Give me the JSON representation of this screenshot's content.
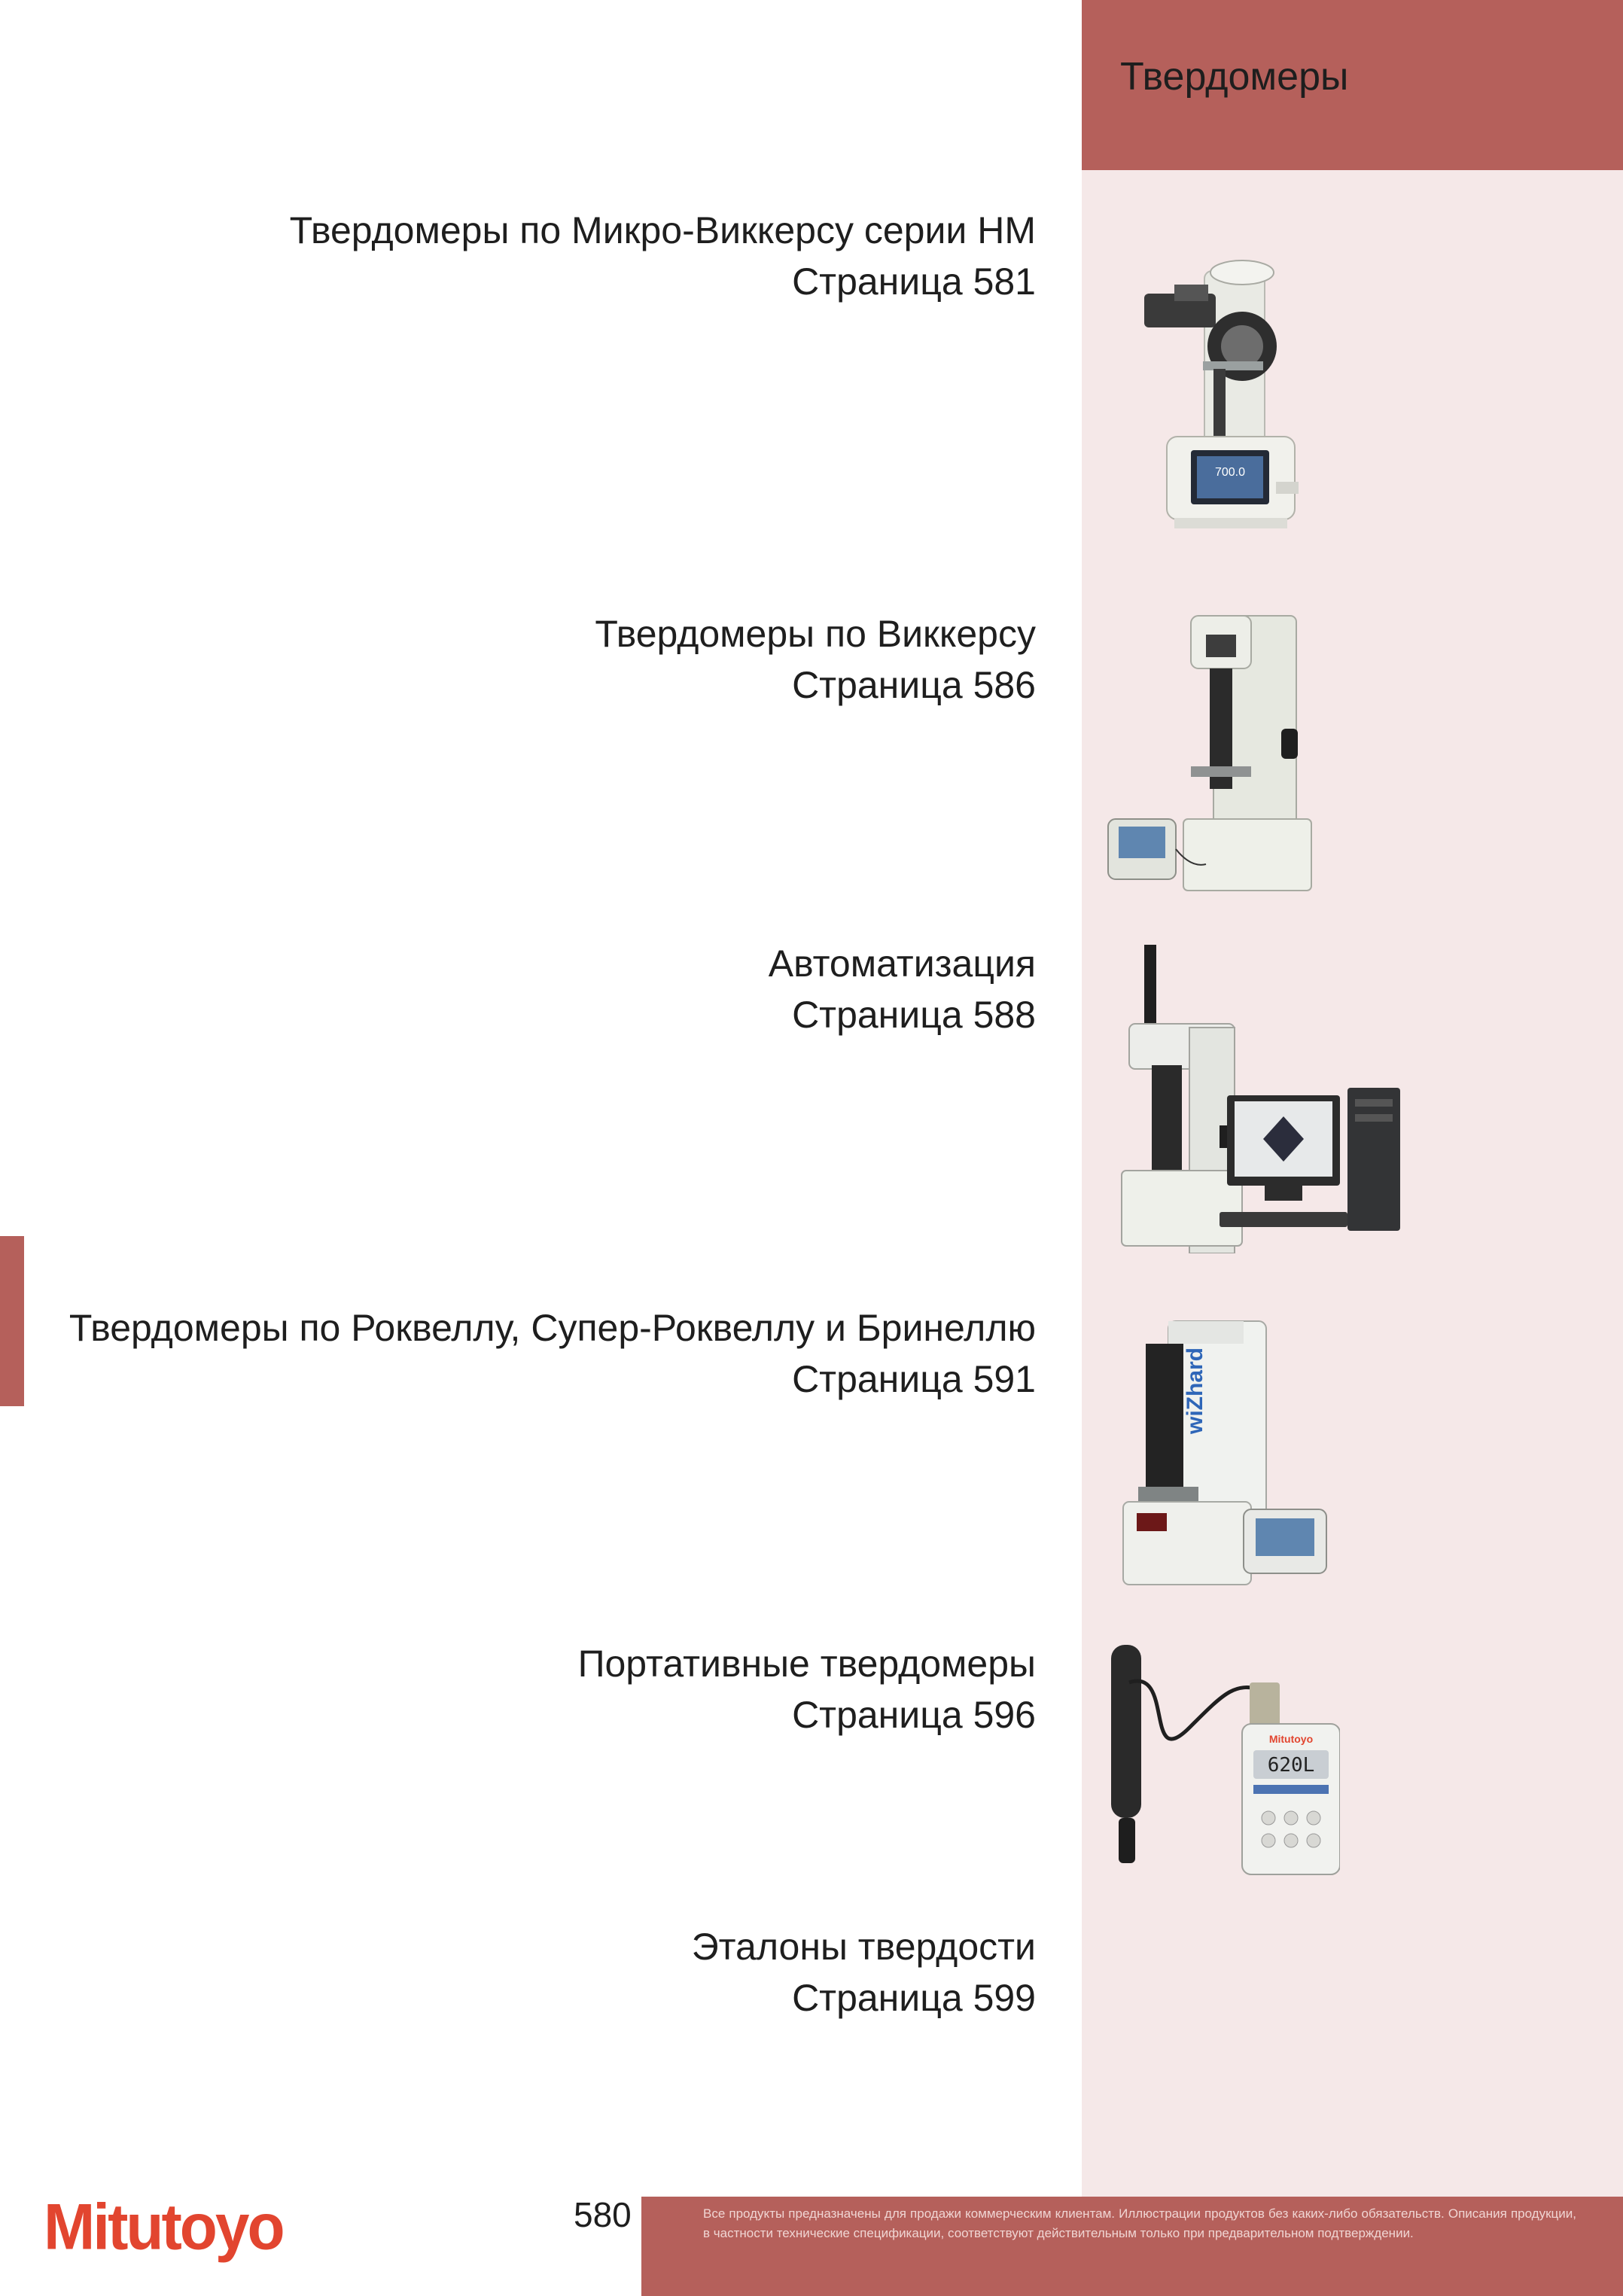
{
  "header": {
    "title": "Твердомеры"
  },
  "entries": [
    {
      "title": "Твердомеры по Микро-Виккерсу серии HM",
      "page": "Страница 581"
    },
    {
      "title": "Твердомеры по Виккерсу",
      "page": "Страница 586"
    },
    {
      "title": "Автоматизация",
      "page": "Страница 588"
    },
    {
      "title": "Твердомеры по Роквеллу, Супер-Роквеллу и Бринеллю",
      "page": "Страница 591"
    },
    {
      "title": "Портативные твердомеры",
      "page": "Страница 596"
    },
    {
      "title": "Эталоны твердости",
      "page": "Страница 599"
    }
  ],
  "products": {
    "micro_vickers_screen": "700.0",
    "rockwell_brand": "wiZhard",
    "portable_display": "620L",
    "portable_brand": "Mitutoyo"
  },
  "footer": {
    "logo": "Mitutoyo",
    "page_number": "580",
    "disclaimer": "Все продукты предназначены для продажи коммерческим клиентам. Иллюстрации продуктов без каких-либо обязательств. Описания продукции, в частности технические спецификации, соответствуют действительным только при предварительном подтверждении."
  },
  "colors": {
    "accent": "#b5605b",
    "column_bg": "#f5e8e8",
    "logo": "#e2452f"
  }
}
